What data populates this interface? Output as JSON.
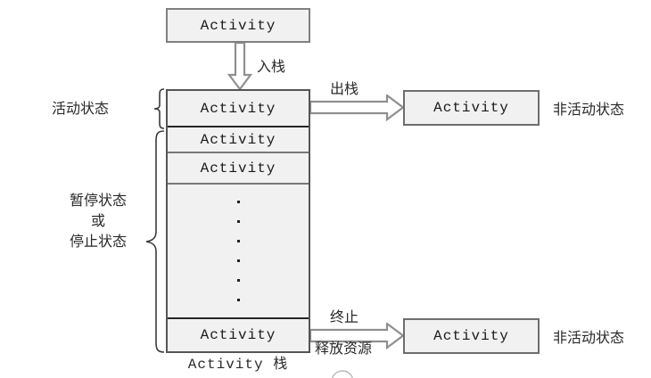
{
  "diagram": {
    "title_caption": "Activity 栈",
    "top_box": {
      "label": "Activity"
    },
    "push_arrow": {
      "label": "入栈"
    },
    "stack": {
      "cells": [
        {
          "label": "Activity"
        },
        {
          "label": "Activity"
        },
        {
          "label": "Activity"
        },
        {
          "label": "",
          "kind": "ellipsis",
          "dots": 6
        },
        {
          "label": "Activity"
        }
      ]
    },
    "left_labels": [
      {
        "text": "活动状态"
      },
      {
        "text": "暂停状态"
      },
      {
        "text": "或"
      },
      {
        "text": "停止状态"
      }
    ],
    "pop_flow": {
      "arrow_label": "出栈",
      "box_label": "Activity",
      "state_label": "非活动状态"
    },
    "terminate_flow": {
      "arrow_label_top": "终止",
      "arrow_label_bottom": "释放资源",
      "box_label": "Activity",
      "state_label": "非活动状态"
    },
    "colors": {
      "box_fill": "#f1f1f1",
      "box_border": "#808080",
      "stack_border": "#555555",
      "arrow_stroke": "#8a8a8a",
      "arrow_fill": "#ffffff",
      "text": "#1a1a1a"
    }
  }
}
